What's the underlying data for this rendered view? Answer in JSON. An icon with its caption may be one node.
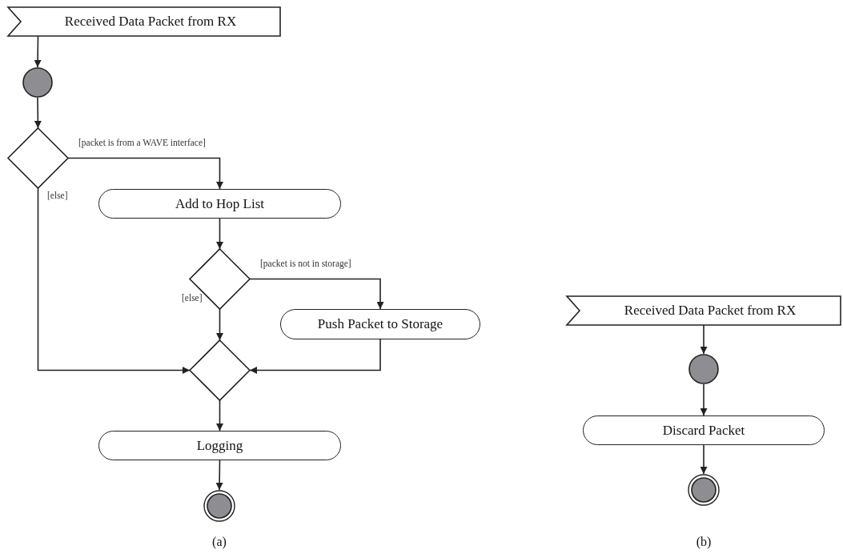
{
  "diagram": {
    "nodes": [
      {
        "text": [
          "Received Data Packet from RX"
        ]
      },
      {
        "text": [],
        "shape": "circle"
      },
      {
        "text": [],
        "shape": "diamond"
      },
      {
        "text": [
          "Add to Hop List"
        ]
      },
      {
        "text": [],
        "shape": "diamond"
      },
      {
        "text": [
          "Push Packet to Storage"
        ]
      },
      {
        "text": [],
        "shape": "diamond"
      },
      {
        "text": [
          "Logging"
        ]
      },
      {
        "text": [],
        "shape": "bullseye"
      },
      {
        "text": [
          "Received Data Packet from RX"
        ]
      },
      {
        "text": [],
        "shape": "circle"
      },
      {
        "text": [
          "Discard Packet"
        ]
      },
      {
        "text": [],
        "shape": "bullseye"
      }
    ],
    "edges": [
      {
        "from": 0,
        "to": 1,
        "arrow": "to"
      },
      {
        "from": 1,
        "to": 2,
        "arrow": "to"
      },
      {
        "from": 2,
        "to": 3,
        "arrow": "to",
        "label": "[packet is from a WAVE interface]"
      },
      {
        "from": 2,
        "to": 6,
        "arrow": "to",
        "label": "[else]"
      },
      {
        "from": 3,
        "to": 4,
        "arrow": "to"
      },
      {
        "from": 4,
        "to": 5,
        "arrow": "to",
        "label": "[packet is not in storage]"
      },
      {
        "from": 4,
        "to": 6,
        "arrow": "to",
        "label": "[else]"
      },
      {
        "from": 5,
        "to": 6,
        "arrow": "to"
      },
      {
        "from": 6,
        "to": 7,
        "arrow": "to"
      },
      {
        "from": 7,
        "to": 8,
        "arrow": "to"
      },
      {
        "from": 9,
        "to": 10,
        "arrow": "to"
      },
      {
        "from": 10,
        "to": 11,
        "arrow": "to"
      },
      {
        "from": 11,
        "to": 12,
        "arrow": "to"
      }
    ],
    "labels": [
      "(a)",
      "(b)"
    ]
  }
}
